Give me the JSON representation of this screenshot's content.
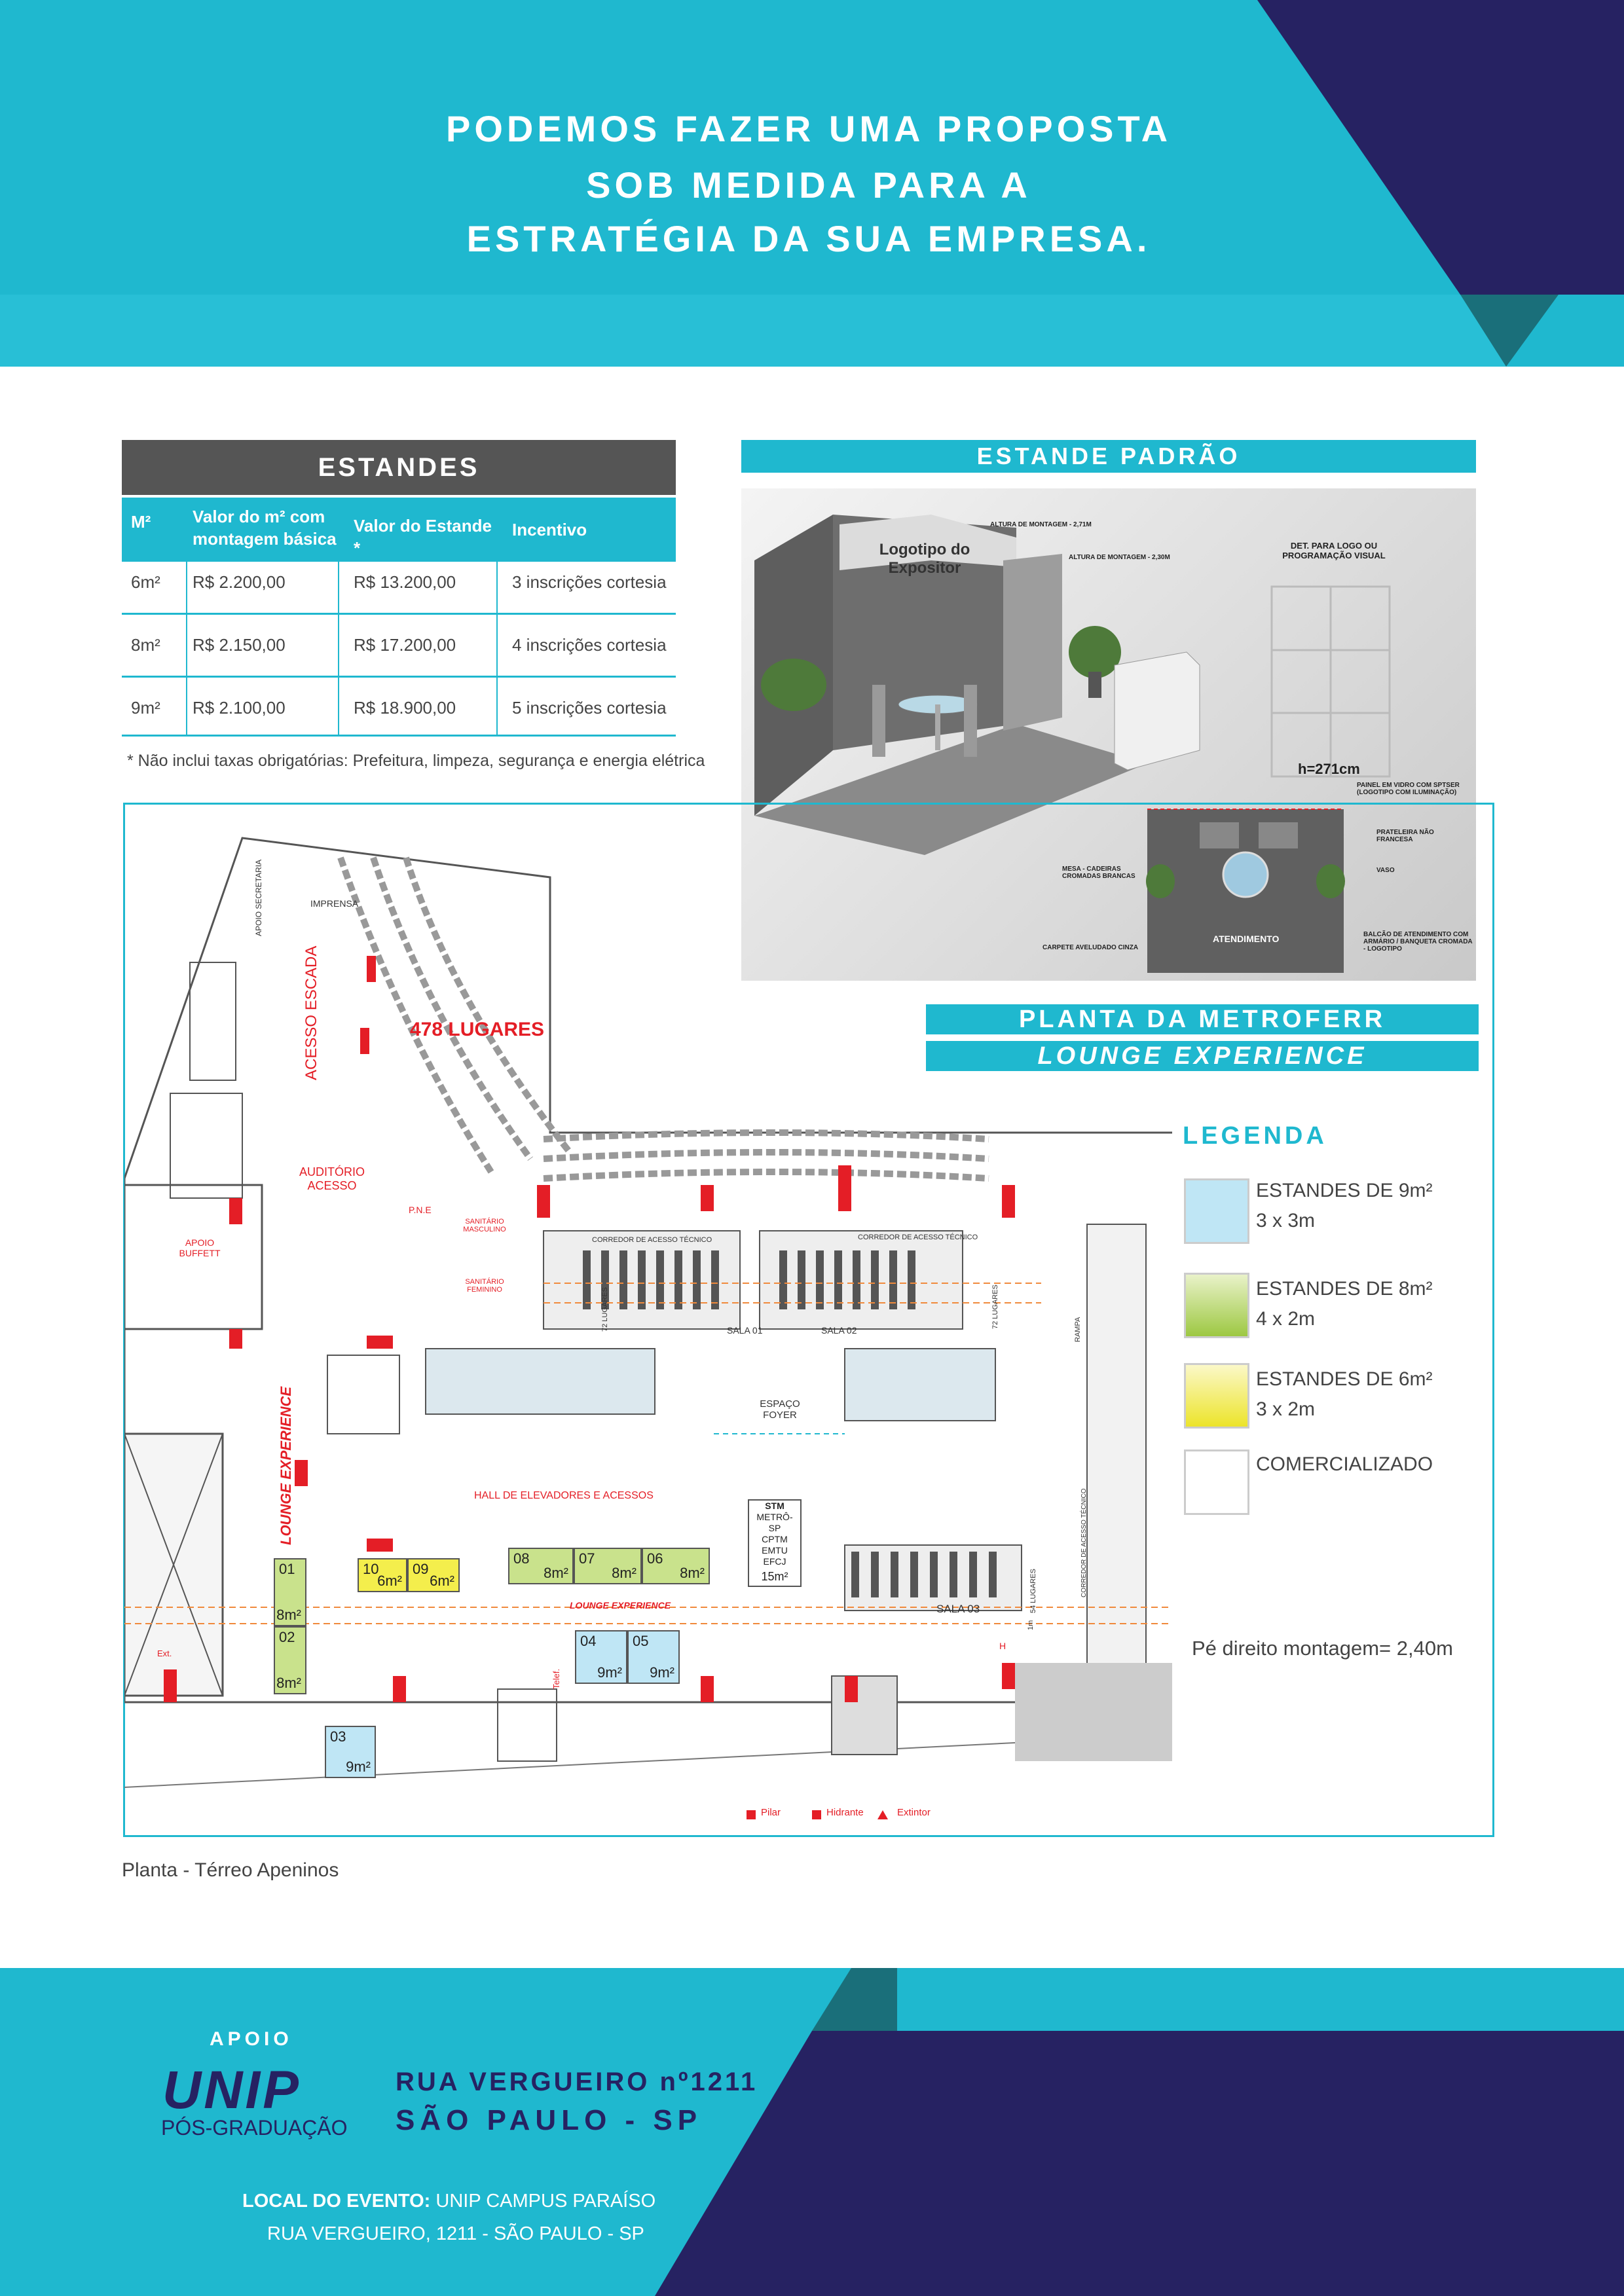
{
  "header": {
    "headline_lines": [
      "PODEMOS FAZER UMA PROPOSTA",
      "SOB MEDIDA PARA A",
      "ESTRATÉGIA DA SUA EMPRESA."
    ],
    "colors": {
      "cyan": "#1fb8cf",
      "navy": "#262262",
      "teal_dark": "#1a6f7a"
    }
  },
  "stands_table": {
    "title": "ESTANDES",
    "columns": [
      "M²",
      "Valor do m² com montagem básica",
      "Valor do Estande *",
      "Incentivo"
    ],
    "rows": [
      [
        "6m²",
        "R$ 2.200,00",
        "R$ 13.200,00",
        "3 inscrições cortesia"
      ],
      [
        "8m²",
        "R$ 2.150,00",
        "R$ 17.200,00",
        "4 inscrições cortesia"
      ],
      [
        "9m²",
        "R$ 2.100,00",
        "R$ 18.900,00",
        "5 inscrições cortesia"
      ]
    ],
    "footnote": "* Não inclui taxas obrigatórias: Prefeitura, limpeza, segurança e energia elétrica"
  },
  "standard_stand": {
    "title": "ESTANDE PADRÃO",
    "render_labels": {
      "logo": "Logotipo do Expositor",
      "altura_montagem": "ALTURA DE MONTAGEM - 2,71M",
      "altura_testeira": "ALTURA DE MONTAGEM - 2,30M",
      "det_logo": "DET. PARA LOGO OU PROGRAMAÇÃO VISUAL",
      "height": "h=271cm",
      "painel": "PAINEL EM VIDRO COM SPTSER (LOGOTIPO COM ILUMINAÇÃO)",
      "prateleira": "PRATELEIRA NÃO FRANCESA",
      "vaso": "VASO",
      "mesa": "MESA - CADEIRAS CROMADAS BRANCAS",
      "atendimento": "ATENDIMENTO",
      "balcao": "BALCÃO DE ATENDIMENTO COM ARMÁRIO / BANQUETA CROMADA - LOGOTIPO",
      "carpete": "CARPETE AVELUDADO CINZA"
    }
  },
  "plan": {
    "title_line1": "PLANTA DA METROFERR",
    "title_line2": "LOUNGE EXPERIENCE",
    "caption": "Planta - Térreo Apeninos",
    "lugares_478": "478 LUGARES",
    "labels": {
      "apoio_secretaria": "APOIO SECRETARIA",
      "imprensa": "IMPRENSA",
      "acesso_escada": "ACESSO ESCADA",
      "auditorio": "AUDITÓRIO ACESSO",
      "apoio_buffett": "APOIO BUFFETT",
      "pne": "P.N.E",
      "sanitario_masc": "SANITÁRIO MASCULINO",
      "sanitario_fem": "SANITÁRIO FEMININO",
      "corredor1": "CORREDOR DE ACESSO TÉCNICO",
      "corredor2": "CORREDOR DE ACESSO TÉCNICO",
      "lugares72a": "72 LUGARES",
      "lugares72b": "72 LUGARES",
      "sala01": "SALA 01",
      "sala02": "SALA 02",
      "rampa": "RAMPA",
      "espaco_foyer": "ESPAÇO FOYER",
      "lounge_vertical": "LOUNGE EXPERIENCE",
      "hall": "HALL DE ELEVADORES E ACESSOS",
      "stm": "STM",
      "stm_members": "METRÔ-SP CPTM EMTU EFCJ",
      "stm_area": "15m²",
      "lounge_band": "LOUNGE EXPERIENCE",
      "sala03": "SALA 03",
      "lugares54": "54 LUGARES",
      "corredor_vertical": "CORREDOR DE ACESSO TÉCNICO",
      "ext": "Ext.",
      "telef": "Telef.",
      "h": "H",
      "um_m": "1m"
    },
    "stands": [
      {
        "num": "01",
        "area": "8m²",
        "type": "8"
      },
      {
        "num": "02",
        "area": "8m²",
        "type": "8"
      },
      {
        "num": "03",
        "area": "9m²",
        "type": "9"
      },
      {
        "num": "04",
        "area": "9m²",
        "type": "9"
      },
      {
        "num": "05",
        "area": "9m²",
        "type": "9"
      },
      {
        "num": "06",
        "area": "8m²",
        "type": "8"
      },
      {
        "num": "07",
        "area": "8m²",
        "type": "8"
      },
      {
        "num": "08",
        "area": "8m²",
        "type": "8"
      },
      {
        "num": "09",
        "area": "6m²",
        "type": "6"
      },
      {
        "num": "10",
        "area": "6m²",
        "type": "6"
      }
    ],
    "key": [
      "Pilar",
      "Hidrante",
      "Extintor"
    ]
  },
  "legend": {
    "title": "LEGENDA",
    "items": [
      {
        "line1": "ESTANDES DE 9m²",
        "line2": "3 x 3m",
        "color": "#bfe6f5"
      },
      {
        "line1": "ESTANDES DE 8m²",
        "line2": "4 x 2m",
        "color": "#c9e28c"
      },
      {
        "line1": "ESTANDES DE 6m²",
        "line2": "3 x 2m",
        "color": "#f4ee4c"
      },
      {
        "line1": "COMERCIALIZADO",
        "line2": "",
        "color": "#ffffff"
      }
    ],
    "pe_direito": "Pé direito montagem= 2,40m"
  },
  "footer": {
    "apoio": "APOIO",
    "logo_main": "UNIP",
    "logo_sub": "PÓS-GRADUAÇÃO",
    "address_line1": "RUA VERGUEIRO nº1211",
    "address_line2": "SÃO PAULO - SP",
    "local_label": "LOCAL DO EVENTO:",
    "local_value": "UNIP CAMPUS PARAÍSO",
    "local_address": "RUA VERGUEIRO, 1211 - SÃO PAULO - SP"
  }
}
